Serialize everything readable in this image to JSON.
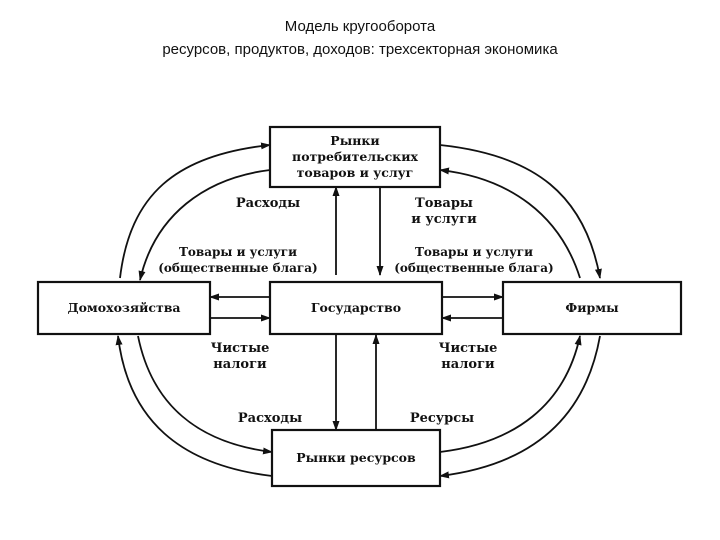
{
  "title": {
    "line1": "Модель кругооборота",
    "line2": "ресурсов, продуктов, доходов: трехсекторная экономика"
  },
  "boxes": {
    "consumer_markets": [
      "Рынки",
      "потребительских",
      "товаров и услуг"
    ],
    "households": "Домохозяйства",
    "government": "Государство",
    "firms": "Фирмы",
    "resource_markets": "Рынки ресурсов"
  },
  "labels": {
    "expenses_top": "Расходы",
    "goods_top": [
      "Товары",
      "и услуги"
    ],
    "public_goods_left": [
      "Товары и услуги",
      "(общественные блага)"
    ],
    "public_goods_right": [
      "Товары и услуги",
      "(общественные блага)"
    ],
    "net_taxes_left": [
      "Чистые",
      "налоги"
    ],
    "net_taxes_right": [
      "Чистые",
      "налоги"
    ],
    "expenses_bottom": "Расходы",
    "resources_bottom": "Ресурсы"
  }
}
